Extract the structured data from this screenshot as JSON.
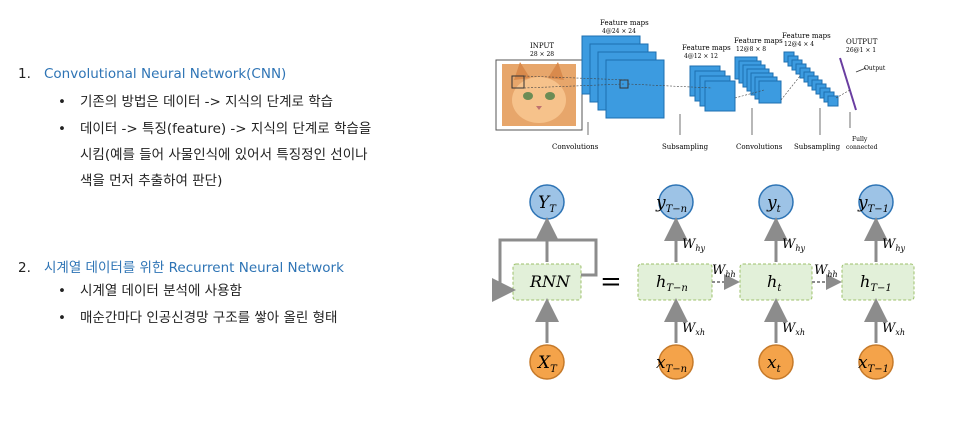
{
  "section1": {
    "number": "1.",
    "heading": "Convolutional Neural Network(CNN)",
    "bullets": [
      "기존의 방법은 데이터 -> 지식의 단계로 학습",
      "데이터 -> 특징(feature) -> 지식의 단계로 학습을",
      "시킴(예를 들어 사물인식에 있어서 특징정인 선이나",
      "색을 먼저 추출하여 판단)"
    ]
  },
  "section2": {
    "number": "2.",
    "heading": "시계열 데이터를 위한 Recurrent Neural Network",
    "bullets": [
      "시계열 데이터 분석에 사용함",
      "매순간마다 인공신경망 구조를 쌓아 올린 형태"
    ]
  },
  "cnn_diagram": {
    "input_label": "INPUT",
    "input_size": "28 × 28",
    "fm1_label": "Feature maps",
    "fm1_size": "4@24 × 24",
    "fm2_label": "Feature maps",
    "fm2_size": "4@12 × 12",
    "fm3_label": "Feature maps",
    "fm3_size": "12@8 × 8",
    "fm4_label": "Feature maps",
    "fm4_size": "12@4 × 4",
    "output_label": "OUTPUT",
    "output_size": "26@1 × 1",
    "output_arrow": "Output",
    "step1": "Convolutions",
    "step2": "Subsampling",
    "step3": "Convolutions",
    "step4": "Subsampling",
    "step5a": "Fully",
    "step5b": "connected"
  },
  "rnn_diagram": {
    "rnn_label": "RNN",
    "equals": "=",
    "y_T": "Y",
    "y_T_sub": "T",
    "x_T": "X",
    "x_T_sub": "T",
    "y1": "y",
    "y1_sub": "T−n",
    "y2": "y",
    "y2_sub": "t",
    "y3": "y",
    "y3_sub": "T−1",
    "h1": "h",
    "h1_sub": "T−n",
    "h2": "h",
    "h2_sub": "t",
    "h3": "h",
    "h3_sub": "T−1",
    "x1": "x",
    "x1_sub": "T−n",
    "x2": "x",
    "x2_sub": "t",
    "x3": "x",
    "x3_sub": "T−1",
    "w": "W",
    "w_hy": "hy",
    "w_xh": "xh",
    "w_hh": "hh",
    "colors": {
      "y_node": "#9dc3e6",
      "x_node": "#f4a34a",
      "h_node": "#e2f0d9"
    }
  }
}
